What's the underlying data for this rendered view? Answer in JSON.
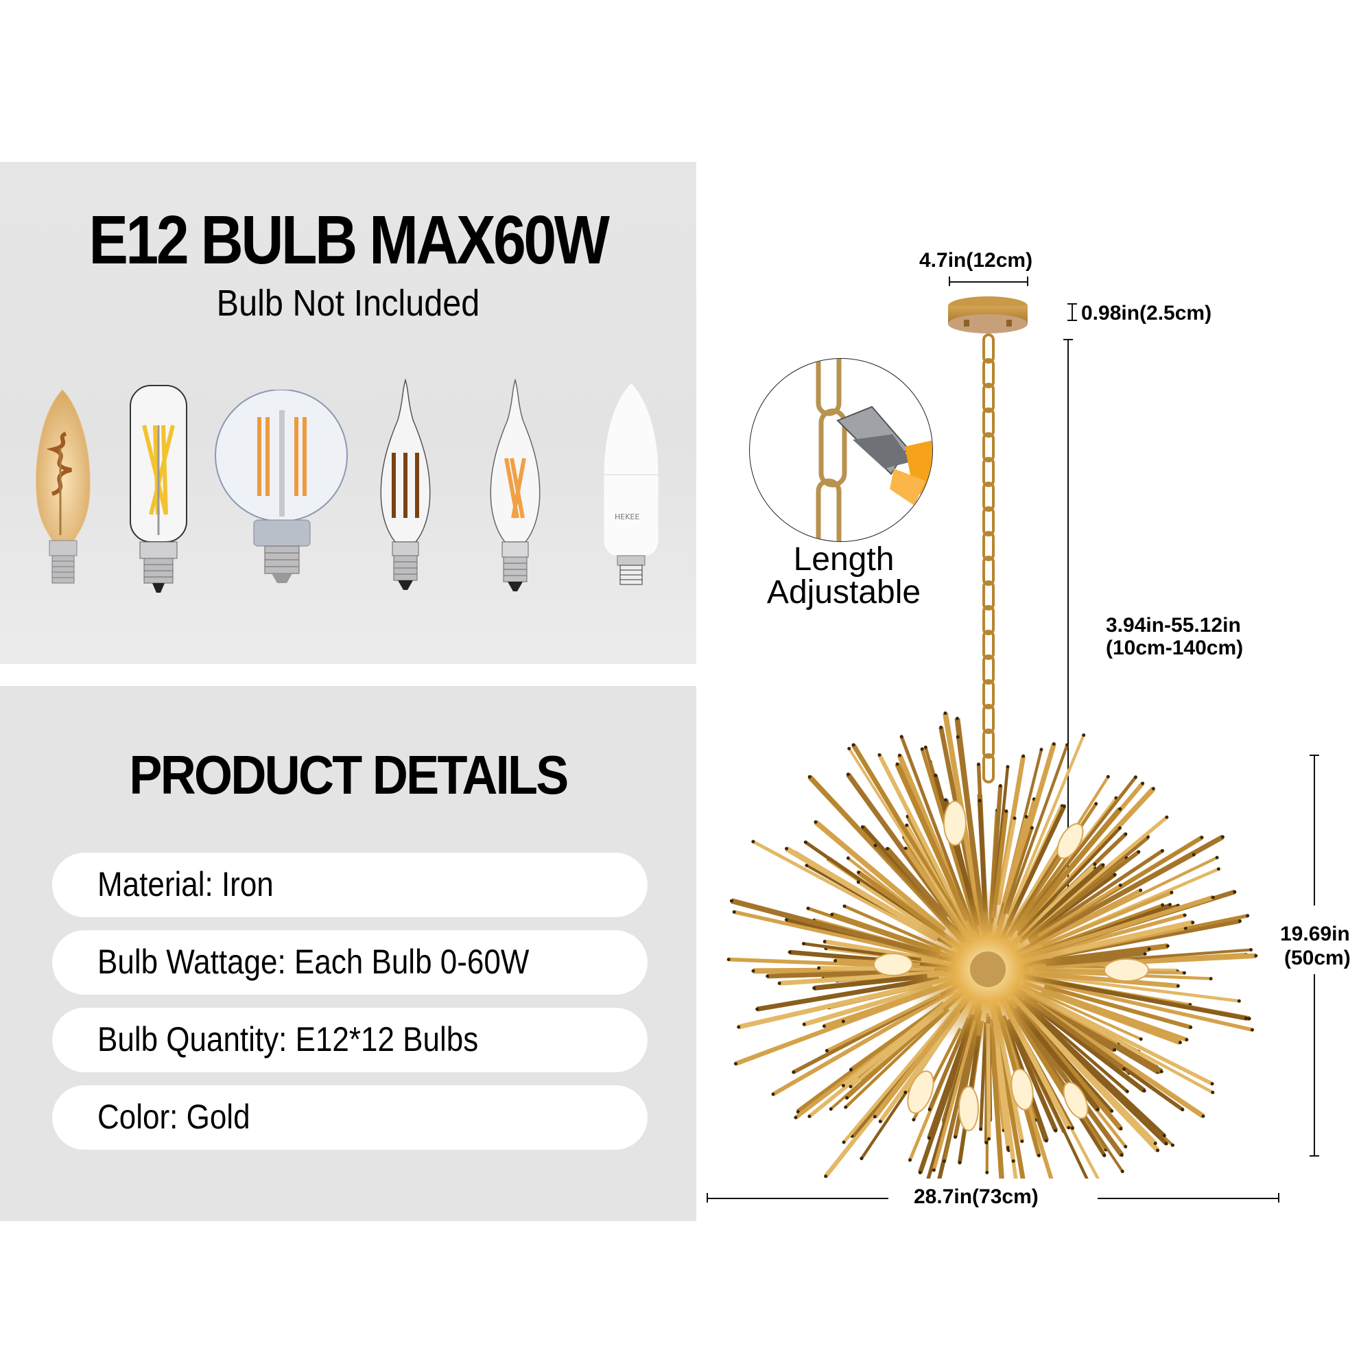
{
  "bulb_panel": {
    "headline": "E12 BULB MAX60W",
    "subheadline": "Bulb Not Included",
    "bulbs": [
      {
        "type": "amber-spiral-candle-bulb"
      },
      {
        "type": "clear-tubular-filament-bulb"
      },
      {
        "type": "clear-globe-g16-filament-bulb"
      },
      {
        "type": "clear-flame-tip-filament-bulb"
      },
      {
        "type": "clear-flame-tip-warm-filament-bulb"
      },
      {
        "type": "frosted-led-candle-bulb",
        "brand_mark": "HEKEE"
      }
    ]
  },
  "details_panel": {
    "title": "PRODUCT DETAILS",
    "items": [
      {
        "label": "Material: Iron"
      },
      {
        "label": "Bulb Wattage: Each Bulb 0-60W"
      },
      {
        "label": "Bulb Quantity: E12*12 Bulbs"
      },
      {
        "label": "Color: Gold"
      }
    ]
  },
  "diagram": {
    "canopy_width": "4.7in(12cm)",
    "canopy_height": "0.98in(2.5cm)",
    "chain_length_line1": "3.94in-55.12in",
    "chain_length_line2": "(10cm-140cm)",
    "fixture_height_line1": "19.69in",
    "fixture_height_line2": "(50cm)",
    "fixture_width": "28.7in(73cm)",
    "callout_line1": "Length",
    "callout_line2": "Adjustable"
  },
  "colors": {
    "panel_bg": "#e4e4e4",
    "pill_bg": "#ffffff",
    "gold": "#b8862f",
    "gold_dark": "#7a5418",
    "gold_light": "#e0b260",
    "text": "#000000",
    "plier_orange": "#f7a21b"
  }
}
